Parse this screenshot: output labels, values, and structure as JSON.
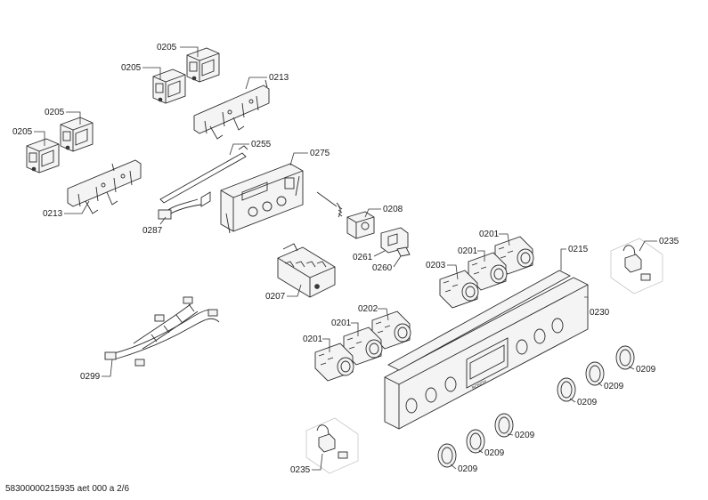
{
  "callouts": [
    {
      "id": "c-0205-a",
      "text": "0205"
    },
    {
      "id": "c-0205-b",
      "text": "0205"
    },
    {
      "id": "c-0205-c",
      "text": "0205"
    },
    {
      "id": "c-0205-d",
      "text": "0205"
    },
    {
      "id": "c-0213-a",
      "text": "0213"
    },
    {
      "id": "c-0213-b",
      "text": "0213"
    },
    {
      "id": "c-0255",
      "text": "0255"
    },
    {
      "id": "c-0275",
      "text": "0275"
    },
    {
      "id": "c-0287",
      "text": "0287"
    },
    {
      "id": "c-0208",
      "text": "0208"
    },
    {
      "id": "c-0261",
      "text": "0261"
    },
    {
      "id": "c-0260",
      "text": "0260"
    },
    {
      "id": "c-0207",
      "text": "0207"
    },
    {
      "id": "c-0201-a",
      "text": "0201"
    },
    {
      "id": "c-0201-b",
      "text": "0201"
    },
    {
      "id": "c-0201-c",
      "text": "0201"
    },
    {
      "id": "c-0201-d",
      "text": "0201"
    },
    {
      "id": "c-0203",
      "text": "0203"
    },
    {
      "id": "c-0202",
      "text": "0202"
    },
    {
      "id": "c-0215",
      "text": "0215"
    },
    {
      "id": "c-0235-a",
      "text": "0235"
    },
    {
      "id": "c-0235-b",
      "text": "0235"
    },
    {
      "id": "c-0230",
      "text": "0230"
    },
    {
      "id": "c-0299",
      "text": "0299"
    },
    {
      "id": "c-0209-a",
      "text": "0209"
    },
    {
      "id": "c-0209-b",
      "text": "0209"
    },
    {
      "id": "c-0209-c",
      "text": "0209"
    },
    {
      "id": "c-0209-d",
      "text": "0209"
    },
    {
      "id": "c-0209-e",
      "text": "0209"
    },
    {
      "id": "c-0209-f",
      "text": "0209"
    }
  ],
  "footer": {
    "document_id": "58300000215935 aet 000 a 2/6"
  },
  "panel": {
    "brand": "BOSCH"
  }
}
